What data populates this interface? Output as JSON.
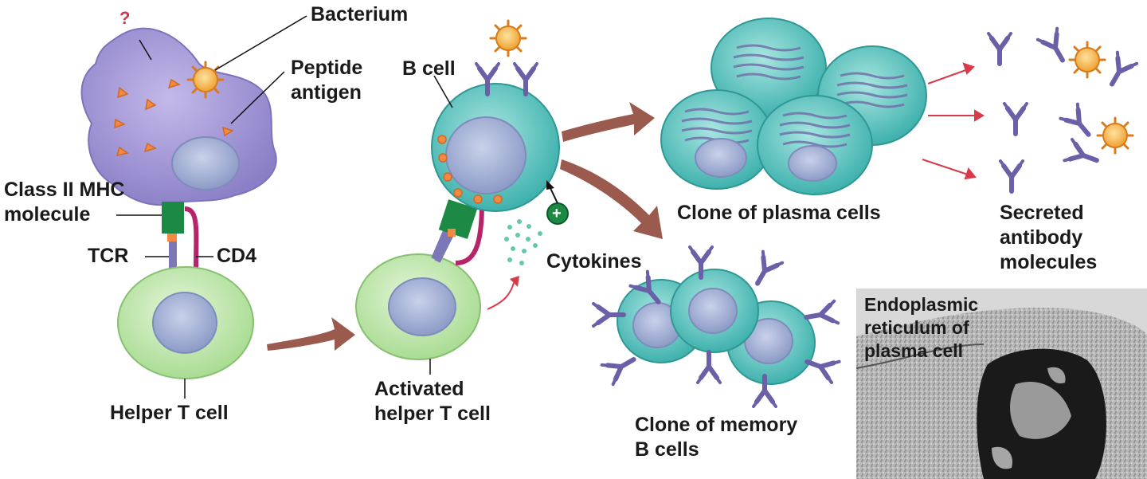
{
  "labels": {
    "question_mark": "?",
    "bacterium": "Bacterium",
    "peptide_antigen": [
      "Peptide",
      "antigen"
    ],
    "class_ii_mhc": [
      "Class II MHC",
      "molecule"
    ],
    "tcr": "TCR",
    "cd4": "CD4",
    "helper_t_cell": "Helper T cell",
    "b_cell": "B cell",
    "activated_helper_t_cell": [
      "Activated",
      "helper T cell"
    ],
    "cytokines": "Cytokines",
    "cytokine_plus": "+",
    "clone_plasma_cells": "Clone of plasma cells",
    "secreted_antibody": [
      "Secreted",
      "antibody",
      "molecules"
    ],
    "clone_memory_b_cells": [
      "Clone of memory",
      "B cells"
    ],
    "er_plasma_cell": [
      "Endoplasmic",
      "reticulum of",
      "plasma cell"
    ]
  },
  "colors": {
    "apc": "#9b8fd0",
    "b_cell": "#5fc4c0",
    "t_cell": "#b8e3a6",
    "nucleus": "#9aa8cf",
    "mhc": "#1c8a45",
    "cd4": "#b8246a",
    "antibody": "#6b5fa8",
    "bacterium": "#f3a33a",
    "arrow": "#9a5b4e",
    "small_arrow": "#d83a4a"
  }
}
